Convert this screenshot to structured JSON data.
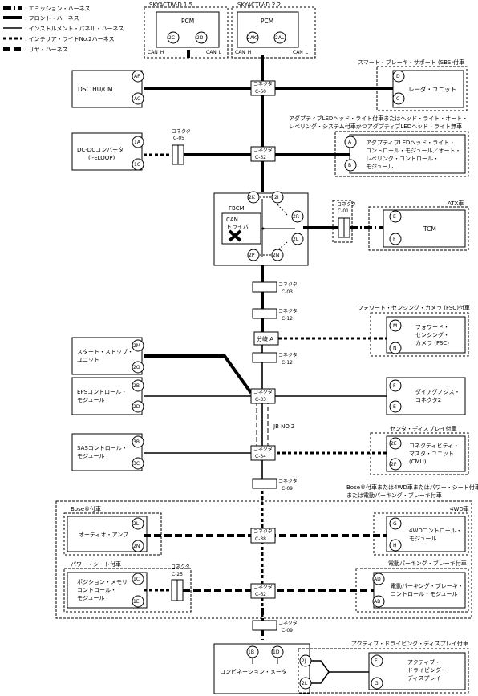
{
  "legend": [
    {
      "label": ": エミッション・ハーネス",
      "style": "w3"
    },
    {
      "label": ": フロント・ハーネス",
      "style": "w1"
    },
    {
      "label": ": インストルメント・パネル・ハーネス",
      "style": "w2"
    },
    {
      "label": ": インテリア・ライトNo.2ハーネス",
      "style": "w4"
    },
    {
      "label": ": リヤ・ハーネス",
      "style": "w5"
    }
  ],
  "pcm": {
    "left_title": "SKYACTIV-D 1.5",
    "right_title": "SKYACTIV-D 2.2",
    "name": "PCM",
    "left_pins": [
      "2C",
      "2D"
    ],
    "right_pins": [
      "2AK",
      "2AL"
    ],
    "can_h": "CAN_H",
    "can_l": "CAN_L"
  },
  "connector_word": "コネクタ",
  "connectors": {
    "c60": "C-60",
    "c32": "C-32",
    "c05": "C-05",
    "c01": "C-01",
    "c03": "C-03",
    "c12a": "C-12",
    "c12b": "C-12",
    "c33": "C-33",
    "c34": "C-34",
    "c09a": "C-09",
    "c38": "C-38",
    "c25": "C-25",
    "c62": "C-62",
    "c09b": "C-09"
  },
  "branch": "分岐 A",
  "jb": "JB NO.2",
  "left_modules": {
    "dsc": {
      "name": "DSC HU/CM",
      "pins": [
        "AF",
        "AC"
      ]
    },
    "dcdc": {
      "name": "DC-DCコンバータ",
      "name2": "(i-ELOOP)",
      "pins": [
        "1A",
        "1C"
      ]
    },
    "start": {
      "name": "スタート・ストップ・",
      "name2": "ユニット",
      "pins": [
        "2M",
        "2O"
      ]
    },
    "eps": {
      "name": "EPSコントロール・",
      "name2": "モジュール",
      "pins": [
        "2B",
        "2D"
      ]
    },
    "sas": {
      "name": "SASコントロール・",
      "name2": "モジュール",
      "pins": [
        "3B",
        "3C"
      ]
    },
    "audio": {
      "cond": "Bose®付車",
      "name": "オーディオ・アンプ",
      "pins": [
        "2L",
        "2N"
      ]
    },
    "psm": {
      "cond": "パワー・シート付車",
      "name": "ポジション・メモリ",
      "name2": "コントロール・",
      "name3": "モジュール",
      "pins": [
        "1C",
        "1E"
      ]
    },
    "cluster": {
      "name": "コンビネーション・メータ",
      "pins": [
        "1B",
        "1D"
      ]
    }
  },
  "fbcm": {
    "name": "FBCM",
    "can": "CAN",
    "driver": "ドライバ",
    "pins": [
      "2K",
      "2I",
      "2R",
      "2L",
      "2P",
      "2N"
    ]
  },
  "right_modules": {
    "radar": {
      "cond": "スマート・ブレーキ・サポート (SBS)付車",
      "name": "レーダ・ユニット",
      "pins": [
        "D",
        "C"
      ]
    },
    "alh": {
      "cond": "アダプティブLEDヘッド・ライト付車またはヘッド・ライト・オート・",
      "cond2": "レベリング・システム付車かつアダプティブLEDヘッド・ライト無車",
      "lines": [
        "アダプティブLEDヘッド・ライト・",
        "コントロール・モジュール／オート・",
        "レベリング・コントロール・",
        "モジュール"
      ],
      "pins": [
        "A",
        "B"
      ]
    },
    "tcm": {
      "cond": "ATX車",
      "name": "TCM",
      "pins": [
        "E",
        "F"
      ]
    },
    "fsc": {
      "cond": "フォワード・センシング・カメラ (FSC)付車",
      "lines": [
        "フォワード・",
        "センシング・",
        "カメラ (FSC)"
      ],
      "pins": [
        "M",
        "N"
      ]
    },
    "dlc": {
      "lines": [
        "ダイアグノシス・",
        "コネクタ2"
      ],
      "pins": [
        "F",
        "E"
      ]
    },
    "cmu": {
      "cond": "センタ・ディスプレイ付車",
      "lines": [
        "コネクティビティ・",
        "マスタ・ユニット",
        "(CMU)"
      ],
      "pins": [
        "2E",
        "2F"
      ]
    },
    "bose_cond": "Bose®付車または4WD車またはパワー・シート付車",
    "bose_cond2": "または電動パーキング・ブレーキ付車",
    "awd": {
      "cond": "4WD車",
      "lines": [
        "4WDコントロール・",
        "モジュール"
      ],
      "pins": [
        "G",
        "H"
      ]
    },
    "epb": {
      "cond": "電動パーキング・ブレーキ付車",
      "lines": [
        "電動パーキング・ブレーキ・",
        "コントロール・モジュール"
      ],
      "pins": [
        "AD",
        "AB"
      ]
    },
    "adisp": {
      "cond": "アクティブ・ドライビング・ディスプレイ付車",
      "lines": [
        "アクティブ・",
        "ドライビング・",
        "ディスプレイ"
      ],
      "pins": [
        "2J",
        "2L",
        "E",
        "G"
      ]
    }
  }
}
